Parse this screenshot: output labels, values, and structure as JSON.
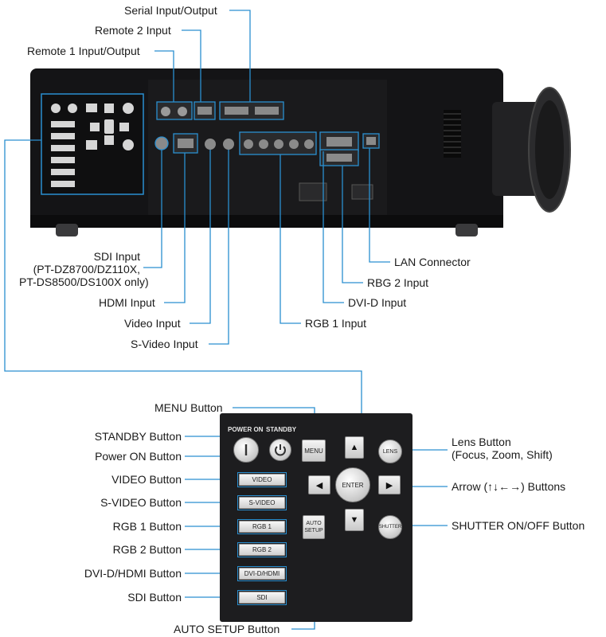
{
  "labels": {
    "serial": "Serial Input/Output",
    "remote2": "Remote 2 Input",
    "remote1": "Remote 1 Input/Output",
    "sdi_line1": "SDI Input",
    "sdi_line2": "(PT-DZ8700/DZ110X,",
    "sdi_line3": "PT-DS8500/DS100X only)",
    "hdmi": "HDMI Input",
    "video": "Video Input",
    "svideo": "S-Video Input",
    "rgb1": "RGB 1 Input",
    "dvid": "DVI-D Input",
    "rbg2": "RBG 2 Input",
    "lan": "LAN Connector",
    "menu_btn": "MENU Button",
    "standby_btn": "STANDBY Button",
    "poweron_btn": "Power ON Button",
    "video_btn": "VIDEO Button",
    "svideo_btn": "S-VIDEO Button",
    "rgb1_btn": "RGB 1 Button",
    "rgb2_btn": "RGB 2 Button",
    "dvid_btn": "DVI-D/HDMI Button",
    "sdi_btn": "SDI Button",
    "autosetup_btn": "AUTO SETUP Button",
    "lens_btn_line1": "Lens Button",
    "lens_btn_line2": "(Focus, Zoom, Shift)",
    "arrow_btn": "Arrow (↑↓←→) Buttons",
    "shutter_btn": "SHUTTER ON/OFF Button"
  },
  "panel": {
    "power_on": "POWER ON",
    "standby": "STANDBY",
    "menu": "MENU",
    "enter": "ENTER",
    "lens": "LENS",
    "shutter": "SHUTTER",
    "auto_setup": "AUTO SETUP",
    "sources": [
      "VIDEO",
      "S-VIDEO",
      "RGB 1",
      "RGB 2",
      "DVI-D/HDMI",
      "SDI"
    ]
  },
  "colors": {
    "leader_line": "#2a8fd0",
    "projector_body": "#141416",
    "panel_bg": "#1d1d1f"
  },
  "icons": {
    "power_on": "power-on-icon",
    "standby": "standby-power-icon",
    "up": "arrow-up-icon",
    "down": "arrow-down-icon",
    "left": "arrow-left-icon",
    "right": "arrow-right-icon"
  }
}
